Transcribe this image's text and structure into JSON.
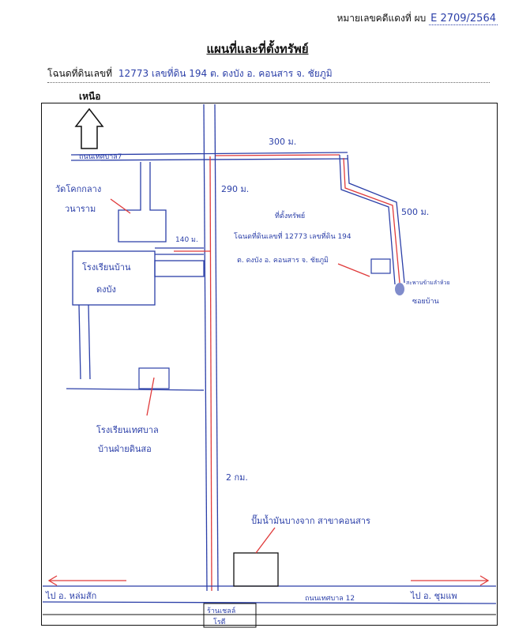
{
  "header": {
    "case_label": "หมายเลขคดีแดงที่ ผบ",
    "case_number": "E 2709/2564"
  },
  "title": "แผนที่และที่ตั้งทรัพย์",
  "deed": {
    "label": "โฉนดที่ดินเลขที่",
    "value": "12773 เลขที่ดิน 194 ต. ดงบัง อ. คอนสาร จ. ชัยภูมิ"
  },
  "north_label": "เหนือ",
  "map": {
    "road_top": "ถนนเทศบาล7",
    "road_bottom": "ถนนเทศบาล 12",
    "dist_300": "300 ม.",
    "dist_290": "290 ม.",
    "dist_140": "140 ม.",
    "dist_500": "500 ม.",
    "dist_2km": "2 กม.",
    "temple": "วัดโคกกลาง",
    "temple_2": "วนาราม",
    "school_1": "โรงเรียนบ้าน",
    "school_1b": "ดงบัง",
    "school_2": "โรงเรียนเทศบาล",
    "school_2b": "บ้านฝ่ายดินสอ",
    "property_1": "ที่ตั้งทรัพย์",
    "property_2": "โฉนดที่ดินเลขที่ 12773 เลขที่ดิน 194",
    "property_3": "ต. ดงบัง อ. คอนสาร จ. ชัยภูมิ",
    "bridge_1": "สะพานข้ามลำห้วย",
    "bridge_2": "ซอยบ้าน",
    "gas_station": "ปั๊มน้ำมันบางจาก สาขาคอนสาร",
    "to_left": "ไป อ. หล่มสัก",
    "to_right": "ไป อ. ชุมแพ",
    "bottom_box_1": "ร้านเชลล์",
    "bottom_box_2": "โรตี"
  },
  "colors": {
    "ink_blue": "#2b3fa8",
    "ink_red": "#e03a3a"
  }
}
